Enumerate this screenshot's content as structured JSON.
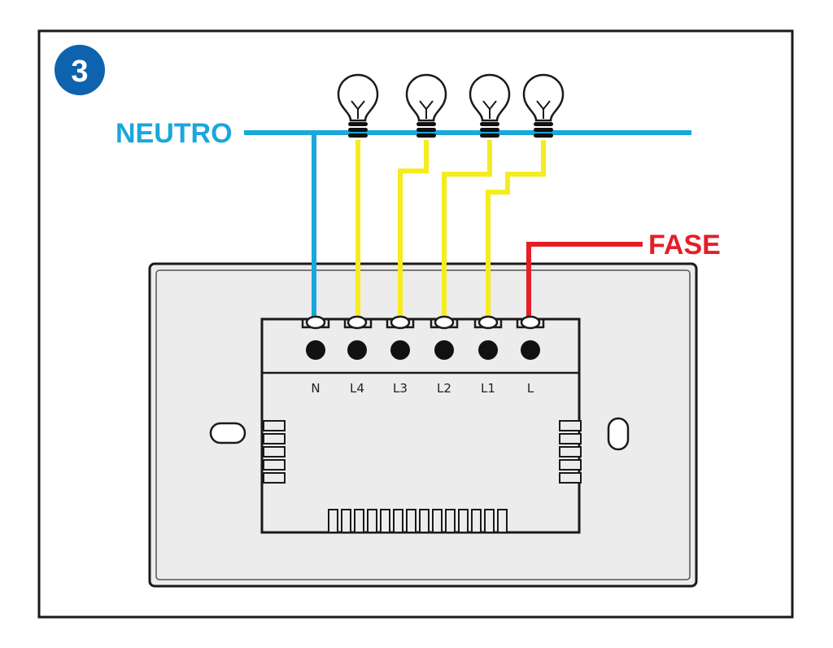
{
  "step": {
    "number": "3"
  },
  "labels": {
    "neutral": "NEUTRO",
    "phase": "FASE"
  },
  "terminals": [
    "N",
    "L4",
    "L3",
    "L2",
    "L1",
    "L"
  ],
  "colors": {
    "neutral_wire": "#1aa7dc",
    "load_wire": "#f5ec1d",
    "phase_wire": "#e41f26",
    "step_badge": "#0d63ad",
    "plate": "#ececec",
    "outline": "#1a1a1a"
  },
  "bulb_count": 4
}
